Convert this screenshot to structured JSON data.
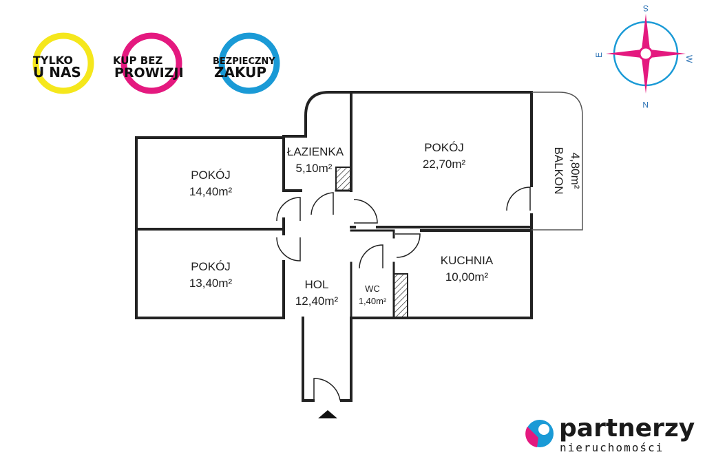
{
  "badges": [
    {
      "line1": "TYLKO",
      "line2": "U NAS",
      "color": "#f5e71c"
    },
    {
      "line1": "KUP BEZ",
      "line2": "PROWIZJI",
      "color": "#e4197f"
    },
    {
      "line1": "BEZPIECZNY",
      "line2": "ZAKUP",
      "color": "#1a9ad6"
    }
  ],
  "compass": {
    "s": "S",
    "w": "W",
    "e": "E",
    "n": "N",
    "rose_color": "#e4197f",
    "ring_color": "#1a9ad6"
  },
  "rooms": {
    "pokoj1": {
      "name": "POKÓJ",
      "area": "14,40m²"
    },
    "pokoj2": {
      "name": "POKÓJ",
      "area": "13,40m²"
    },
    "lazienka": {
      "name": "ŁAZIENKA",
      "area": "5,10m²"
    },
    "pokoj3": {
      "name": "POKÓJ",
      "area": "22,70m²"
    },
    "balkon": {
      "name": "BALKON",
      "area": "4,80m²"
    },
    "hol": {
      "name": "HOL",
      "area": "12,40m²"
    },
    "wc": {
      "name": "WC",
      "area": "1,40m²"
    },
    "kuchnia": {
      "name": "KUCHNIA",
      "area": "10,00m²"
    }
  },
  "brand": {
    "name": "partnerzy",
    "tagline": "nieruchomości"
  }
}
